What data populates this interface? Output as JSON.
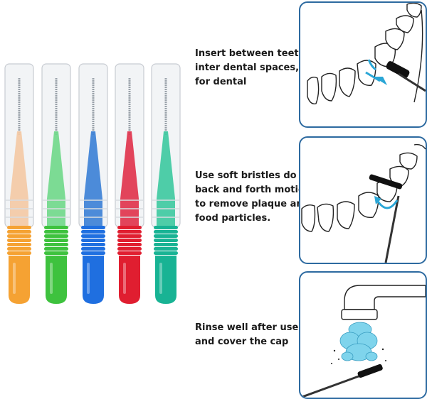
{
  "steps": [
    {
      "lines": [
        "Insert between teeth",
        "inter dental spaces,",
        "for dental"
      ]
    },
    {
      "lines": [
        "Use soft bristles do",
        "back and forth motion",
        "to remove plaque and",
        "food particles."
      ]
    },
    {
      "lines": [
        "Rinse well after use,",
        "and cover the cap"
      ]
    }
  ],
  "brush_colors": [
    {
      "name": "orange",
      "cap_tint": "#f4c9a4",
      "handle": "#f5a233"
    },
    {
      "name": "green",
      "cap_tint": "#6fd88a",
      "handle": "#3ec23e"
    },
    {
      "name": "blue",
      "cap_tint": "#3a7fd6",
      "handle": "#1f6fe0"
    },
    {
      "name": "red",
      "cap_tint": "#e0314a",
      "handle": "#e01e30"
    },
    {
      "name": "teal",
      "cap_tint": "#3cc9a0",
      "handle": "#18b394"
    }
  ],
  "colors": {
    "panel_border": "#2d6aa0",
    "arrow": "#2aa6d6",
    "water": "#7fd4ec"
  },
  "icons": [
    "teeth-insert-illustration",
    "teeth-brushing-illustration",
    "faucet-rinse-illustration"
  ]
}
